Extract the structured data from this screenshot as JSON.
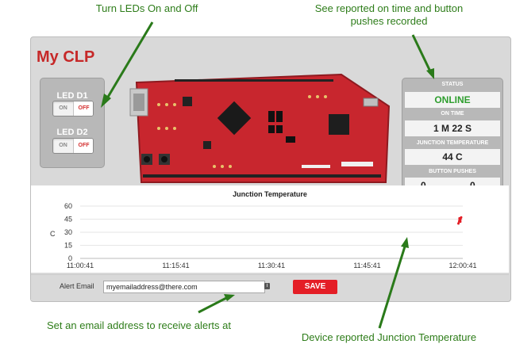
{
  "annotations": {
    "leds": "Turn LEDs On and Off",
    "status_line1": "See reported on time and button",
    "status_line2": "pushes recorded",
    "email": "Set an email address to receive alerts at",
    "temperature": "Device reported Junction Temperature"
  },
  "app": {
    "title": "My CLP"
  },
  "leds": [
    {
      "label": "LED D1",
      "on_label": "ON",
      "off_label": "OFF",
      "state": "off"
    },
    {
      "label": "LED D2",
      "on_label": "ON",
      "off_label": "OFF",
      "state": "off"
    }
  ],
  "board": {
    "icon": "launchpad-board-image"
  },
  "status": {
    "status_header": "STATUS",
    "status_value": "ONLINE",
    "on_time_header": "ON TIME",
    "on_time_value": "1 M 22 S",
    "junction_header": "JUNCTION TEMPERATURE",
    "junction_value": "44 C",
    "buttons_header": "BUTTON PUSHES",
    "button1": "0",
    "button2": "0"
  },
  "chart_data": {
    "type": "line",
    "title": "Junction Temperature",
    "ylabel": "C",
    "xlabel": "",
    "y_ticks": [
      0,
      15,
      30,
      45,
      60
    ],
    "ylim": [
      0,
      60
    ],
    "x_ticks": [
      "11:00:41",
      "11:15:41",
      "11:30:41",
      "11:45:41",
      "12:00:41"
    ],
    "series": [
      {
        "color": "#e41e26",
        "x": [
          "12:00:00",
          "12:00:10",
          "12:00:18",
          "12:00:26"
        ],
        "y": [
          40,
          46,
          42,
          47
        ]
      }
    ]
  },
  "email": {
    "label": "Alert Email",
    "value": "myemailaddress@there.com",
    "save_label": "SAVE"
  },
  "colors": {
    "accent": "#c62828",
    "annotation": "#2e7d1a",
    "online": "#2e9e2e",
    "save": "#e41e26"
  }
}
